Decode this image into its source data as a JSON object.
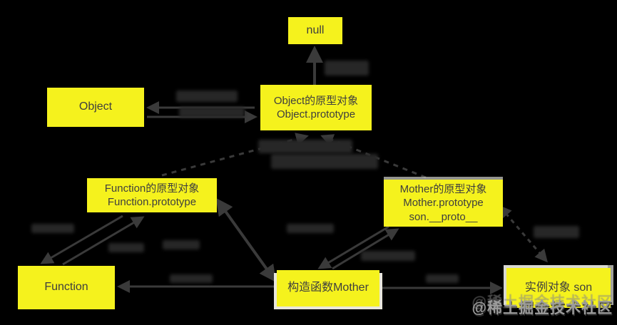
{
  "diagram": {
    "colors": {
      "background": "#000000",
      "node_fill": "#f5f21d",
      "node_text": "#3e3e3e",
      "arrow": "#3a3a3a",
      "watermark_text_color": "#9c9c9c"
    },
    "nodes": [
      {
        "id": "null",
        "lines": [
          "null"
        ]
      },
      {
        "id": "object",
        "lines": [
          "Object"
        ]
      },
      {
        "id": "object-prototype",
        "lines": [
          "Object的原型对象",
          "Object.prototype"
        ]
      },
      {
        "id": "function-prototype",
        "lines": [
          "Function的原型对象",
          "Function.prototype"
        ]
      },
      {
        "id": "mother-prototype",
        "lines": [
          "Mother的原型对象",
          "Mother.prototype",
          "son.__proto__"
        ]
      },
      {
        "id": "function",
        "lines": [
          "Function"
        ]
      },
      {
        "id": "mother-constructor",
        "lines": [
          "构造函数Mother"
        ]
      },
      {
        "id": "son-instance",
        "lines": [
          "实例对象 son"
        ]
      }
    ],
    "watermark": {
      "text": "@稀土掘金技术社区"
    }
  }
}
